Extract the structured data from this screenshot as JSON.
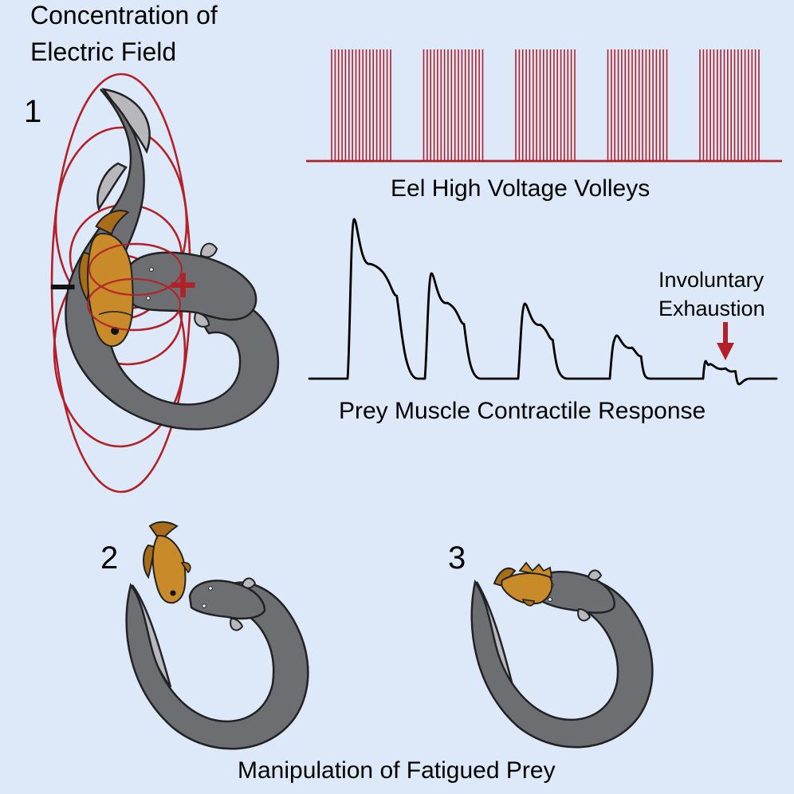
{
  "colors": {
    "background": "#dde9f8",
    "field_lines": "#b22028",
    "eel_body": "#6d6e71",
    "eel_fin": "#b8b8bc",
    "fish_body": "#c98a2a",
    "fish_fin": "#a86d1a",
    "trace": "#000000"
  },
  "panel1": {
    "title_line1": "Concentration of",
    "title_line2": "Electric Field",
    "step": "1",
    "negative_sign": "–",
    "positive_sign": "+"
  },
  "volleys": {
    "label": "Eel High Voltage Volleys",
    "count": 5,
    "pulses_per_volley": 18
  },
  "response": {
    "label": "Prey Muscle Contractile Response",
    "annotation_line1": "Involuntary",
    "annotation_line2": "Exhaustion",
    "relative_peaks": [
      1.0,
      0.66,
      0.47,
      0.27,
      0.09
    ]
  },
  "panel2": {
    "step": "2"
  },
  "panel3": {
    "step": "3"
  },
  "caption": "Manipulation of Fatigued Prey"
}
